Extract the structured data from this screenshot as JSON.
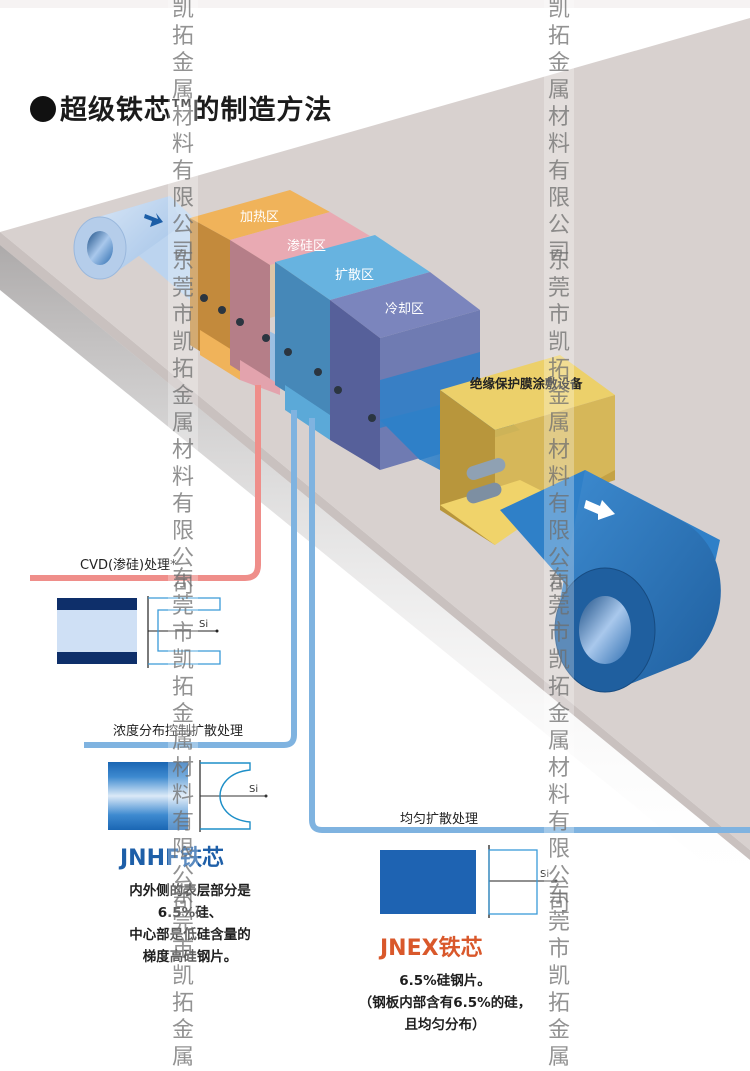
{
  "title": {
    "bullet": "●",
    "text": "超级铁芯",
    "trademark": "TM",
    "suffix": "的制造方法"
  },
  "zones": [
    {
      "label": "加热区",
      "color": "#e8a84c"
    },
    {
      "label": "渗硅区",
      "color": "#e3a3ad"
    },
    {
      "label": "扩散区",
      "color": "#5ba9d8"
    },
    {
      "label": "冷却区",
      "color": "#6f7bb2"
    }
  ],
  "coating_unit": {
    "label": "绝缘保护膜涂敷设备",
    "color": "#e8c95c"
  },
  "strip_color": "#2f80c8",
  "processes": [
    {
      "label": "CVD(渗硅)处理*",
      "line_color": "#ef8e8a",
      "axis_label": "Si"
    },
    {
      "label": "浓度分布控制扩散处理",
      "line_color": "#7fb3e0",
      "axis_label": "Si"
    },
    {
      "label": "均匀扩散处理",
      "line_color": "#7fb3e0",
      "axis_label": "Si"
    }
  ],
  "products": [
    {
      "name": "JNHF铁芯",
      "color": "#1e5fa8",
      "description": [
        "内外侧的表层部分是",
        "6.5%硅、",
        "中心部是低硅含量的",
        "梯度高硅钢片。"
      ]
    },
    {
      "name": "JNEX铁芯",
      "color": "#d9582b",
      "description": [
        "6.5%硅钢片。",
        "（钢板内部含有6.5%的硅，",
        "且均匀分布）"
      ]
    }
  ],
  "watermark": {
    "text": "东莞市凯拓金属材料有限公司",
    "column_left_top": "凯拓金属材料有限公司",
    "column_right_top": "凯拓金属材料有限公司",
    "column_tail": "东莞市凯拓金属"
  }
}
